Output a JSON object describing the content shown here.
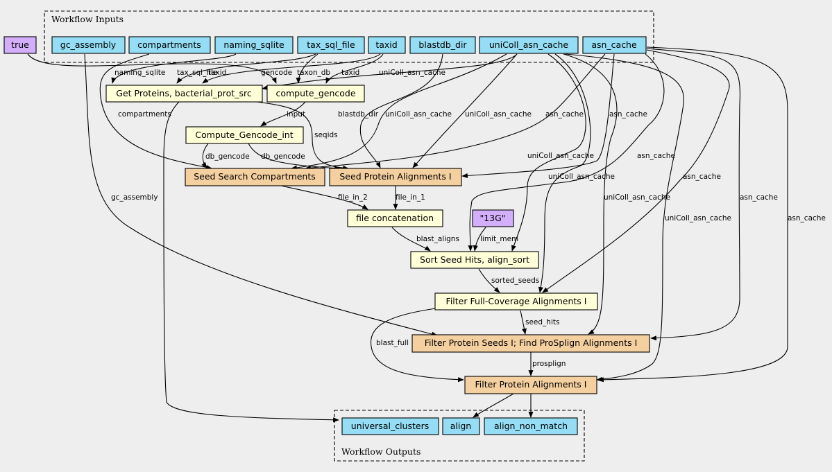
{
  "clusters": {
    "inputs": {
      "label": "Workflow Inputs"
    },
    "outputs": {
      "label": "Workflow Outputs"
    }
  },
  "colors": {
    "input_node": "#94ddf4",
    "param_node": "#d3aefa",
    "step_node": "#ffffd8",
    "subworkflow_node": "#f4cfa0",
    "background": "#eeeeee"
  },
  "nodes": {
    "true_param": "true",
    "gc_assembly": "gc_assembly",
    "compartments": "compartments",
    "naming_sqlite": "naming_sqlite",
    "tax_sql_file": "tax_sql_file",
    "taxid": "taxid",
    "blastdb_dir": "blastdb_dir",
    "uniColl_asn_cache": "uniColl_asn_cache",
    "asn_cache": "asn_cache",
    "get_proteins": "Get Proteins, bacterial_prot_src",
    "compute_gencode": "compute_gencode",
    "compute_gencode_int": "Compute_Gencode_int",
    "seed_search_compartments": "Seed Search Compartments",
    "seed_protein_alignments": "Seed Protein Alignments I",
    "file_concatenation": "file concatenation",
    "param_13g": "\"13G\"",
    "sort_seed_hits": "Sort Seed Hits, align_sort",
    "filter_full_coverage": "Filter Full-Coverage Alignments I",
    "filter_protein_seeds": "Filter Protein Seeds I; Find ProSplign Alignments I",
    "filter_protein_alignments": "Filter Protein Alignments I",
    "universal_clusters": "universal_clusters",
    "align": "align",
    "align_non_match": "align_non_match"
  },
  "edge_labels": {
    "naming_sqlite": "naming_sqlite",
    "tax_sql_file": "tax_sql_file",
    "taxid_a": "taxid",
    "gencode": "gencode",
    "taxon_db": "taxon_db",
    "taxid_b": "taxid",
    "unicoll_1": "uniColl_asn_cache",
    "compartments": "compartments",
    "input": "input",
    "seqids": "seqids",
    "blastdb_dir": "blastdb_dir",
    "unicoll_2": "uniColl_asn_cache",
    "unicoll_3": "uniColl_asn_cache",
    "asn_cache_1": "asn_cache",
    "asn_cache_2": "asn_cache",
    "db_gencode_1": "db_gencode",
    "db_gencode_2": "db_gencode",
    "asn_cache_3": "asn_cache",
    "unicoll_4": "uniColl_asn_cache",
    "unicoll_5": "uniColl_asn_cache",
    "asn_cache_4": "asn_cache",
    "gc_assembly": "gc_assembly",
    "unicoll_6": "uniColl_asn_cache",
    "asn_cache_5": "asn_cache",
    "file_in_2": "file_in_2",
    "file_in_1": "file_in_1",
    "unicoll_7": "uniColl_asn_cache",
    "asn_cache_6": "asn_cache",
    "blast_aligns": "blast_aligns",
    "limit_mem": "limit_mem",
    "sorted_seeds": "sorted_seeds",
    "seed_hits": "seed_hits",
    "blast_full": "blast_full",
    "prosplign": "prosplign"
  }
}
